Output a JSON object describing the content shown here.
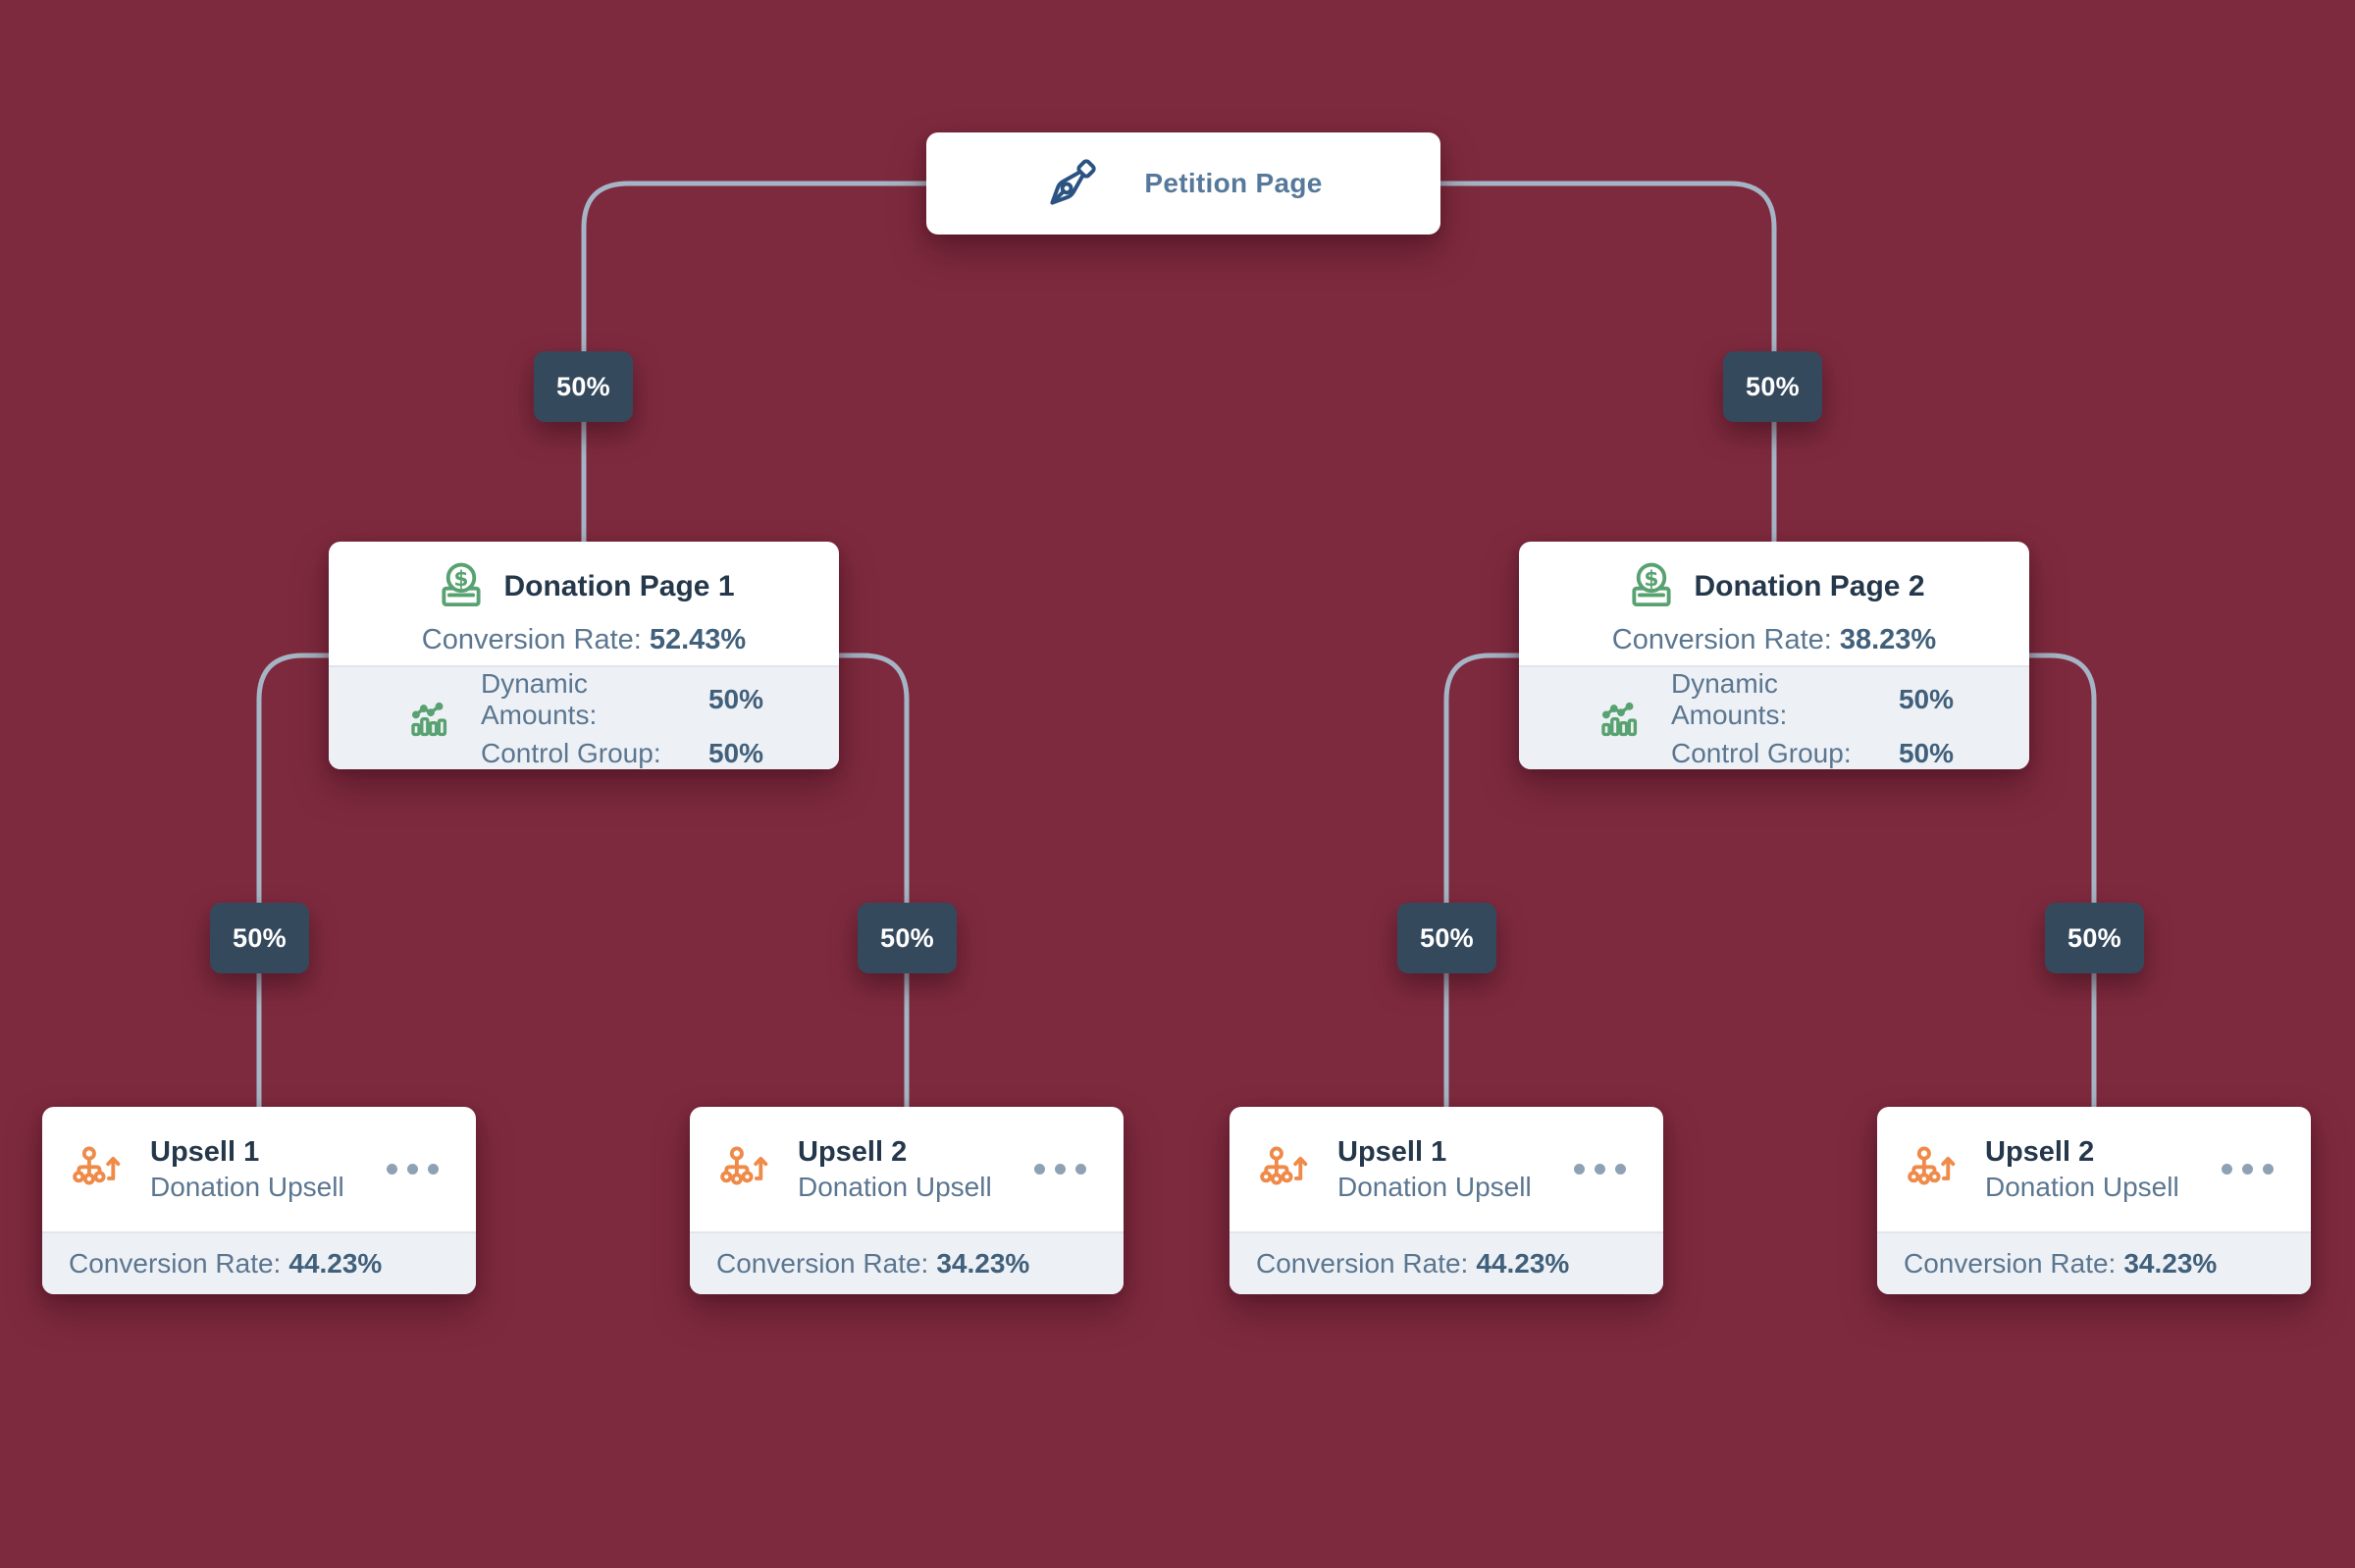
{
  "colors": {
    "background": "#7E2A3E",
    "connector": "#A6B5C5",
    "badge_background": "#35495C",
    "badge_text": "#FFFFFF",
    "card_background": "#FFFFFF",
    "card_footer_background": "#EDF1F6",
    "title_text": "#25384B",
    "muted_text": "#5B7690",
    "value_text": "#41607B",
    "petition_label_text": "#56799B",
    "green_icon": "#58A271",
    "orange_icon": "#EF8A49",
    "navy_icon": "#2B5381",
    "ellipsis_dots": "#8FA2B5"
  },
  "icons": {
    "petition": "pen-nib-icon",
    "donation": "donation-coin-icon",
    "stats": "analytics-chart-icon",
    "upsell": "upsell-split-icon",
    "menu": "ellipsis-menu-icon"
  },
  "petition": {
    "label": "Petition Page"
  },
  "badges": [
    "50%",
    "50%",
    "50%",
    "50%",
    "50%",
    "50%"
  ],
  "donations": [
    {
      "title": "Donation Page 1",
      "conversion_label": "Conversion Rate:",
      "conversion_value": "52.43%",
      "stats": [
        {
          "label": "Dynamic Amounts:",
          "value": "50%"
        },
        {
          "label": "Control Group:",
          "value": "50%"
        }
      ]
    },
    {
      "title": "Donation Page 2",
      "conversion_label": "Conversion Rate:",
      "conversion_value": "38.23%",
      "stats": [
        {
          "label": "Dynamic Amounts:",
          "value": "50%"
        },
        {
          "label": "Control Group:",
          "value": "50%"
        }
      ]
    }
  ],
  "upsells": [
    {
      "title": "Upsell 1",
      "subtitle": "Donation Upsell",
      "conversion_label": "Conversion Rate:",
      "conversion_value": "44.23%"
    },
    {
      "title": "Upsell 2",
      "subtitle": "Donation Upsell",
      "conversion_label": "Conversion Rate:",
      "conversion_value": "34.23%"
    },
    {
      "title": "Upsell 1",
      "subtitle": "Donation Upsell",
      "conversion_label": "Conversion Rate:",
      "conversion_value": "44.23%"
    },
    {
      "title": "Upsell 2",
      "subtitle": "Donation Upsell",
      "conversion_label": "Conversion Rate:",
      "conversion_value": "34.23%"
    }
  ]
}
